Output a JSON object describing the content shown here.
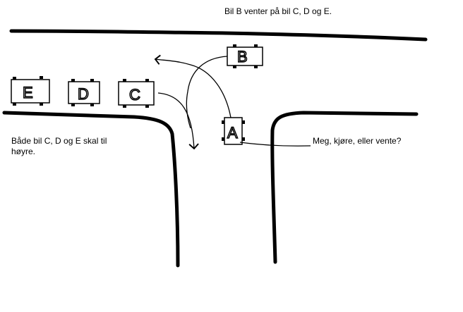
{
  "texts": {
    "top": "Bil B venter på bil C, D og E.",
    "left_line1": "Både bil C, D og E skal til",
    "left_line2": "høyre.",
    "right": "Meg, kjøre, eller vente?"
  },
  "cars": {
    "e": "E",
    "d": "D",
    "c": "C",
    "b": "B",
    "a": "A"
  },
  "colors": {
    "ink": "#000000",
    "background": "#ffffff"
  }
}
